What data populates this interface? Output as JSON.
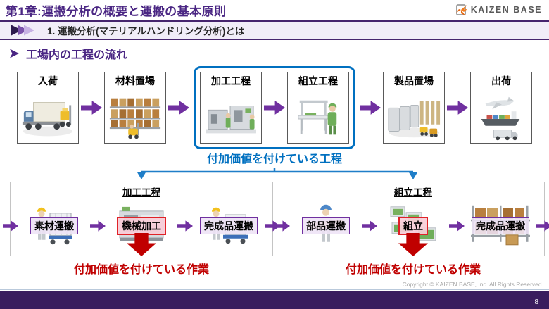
{
  "header": {
    "title": "第1章:運搬分析の概要と運搬の基本原則",
    "logo_text": "KAIZEN BASE"
  },
  "subheader": {
    "label": "1. 運搬分析(マテリアルハンドリング分析)とは"
  },
  "section": {
    "title": "工場内の工程の流れ"
  },
  "main_flow": {
    "steps": [
      {
        "label": "入荷",
        "icon": "truck-forklift"
      },
      {
        "label": "材料置場",
        "icon": "material-racks"
      },
      {
        "label": "加工工程",
        "icon": "machining-line"
      },
      {
        "label": "組立工程",
        "icon": "assembly-bench"
      },
      {
        "label": "製品置場",
        "icon": "product-storage"
      },
      {
        "label": "出荷",
        "icon": "plane-ship-truck"
      }
    ],
    "highlight_caption": "付加価値を付けている工程"
  },
  "panels": [
    {
      "title": "加工工程",
      "steps": [
        {
          "label": "素材運搬",
          "type": "transport",
          "icon": "cage-cart-worker"
        },
        {
          "label": "機械加工",
          "type": "value",
          "icon": "machining-center"
        },
        {
          "label": "完成品運搬",
          "type": "transport",
          "icon": "trolley-worker"
        }
      ],
      "caption": "付加価値を付けている作業"
    },
    {
      "title": "組立工程",
      "steps": [
        {
          "label": "部品運搬",
          "type": "transport",
          "icon": "board-carry-worker"
        },
        {
          "label": "組立",
          "type": "value",
          "icon": "assembly-line"
        },
        {
          "label": "完成品運搬",
          "type": "transport",
          "icon": "warehouse-rack"
        }
      ],
      "caption": "付加価値を付けている作業"
    }
  ],
  "footer": {
    "copyright": "Copyright ©  KAIZEN BASE, Inc.  All Rights Reserved.",
    "page_number": "8"
  },
  "colors": {
    "accent_purple": "#7030A0",
    "deep_purple": "#46246E",
    "footer_purple": "#3A1D5E",
    "highlight_blue": "#0070C0",
    "alert_red": "#C00000",
    "value_box_border": "#E02228",
    "value_box_fill": "#F8CDD8",
    "transport_box_fill": "#EEE3F6",
    "logo_orange": "#F07B1D"
  }
}
